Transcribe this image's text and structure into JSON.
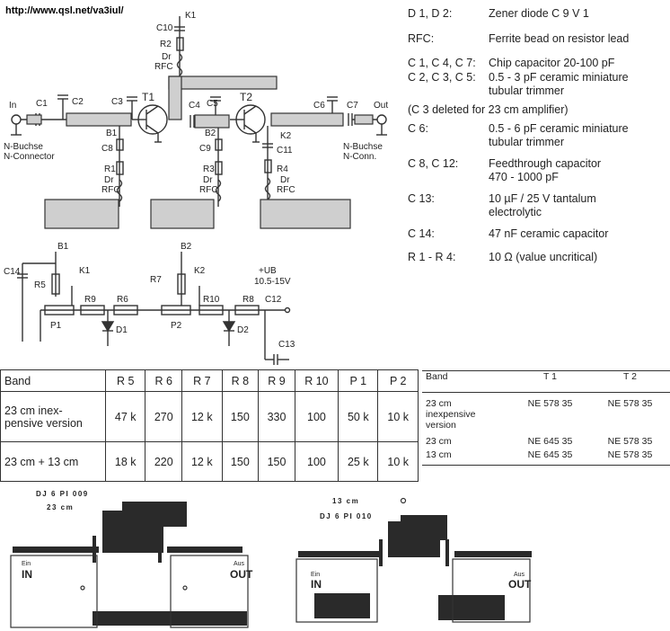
{
  "header": {
    "url": "http://www.qsl.net/va3iul/"
  },
  "schematic": {
    "labels": {
      "in": "In",
      "out": "Out",
      "in_conn_1": "N-Buchse",
      "in_conn_2": "N-Connector",
      "out_conn_1": "N-Buchse",
      "out_conn_2": "N-Conn.",
      "c1": "C1",
      "c2": "C2",
      "c3": "C3",
      "c4": "C4",
      "c5": "C5",
      "c6": "C6",
      "c7": "C7",
      "c8": "C8",
      "c9": "C9",
      "c10": "C10",
      "c11": "C11",
      "t1": "T1",
      "t2": "T2",
      "b1": "B1",
      "b2": "B2",
      "k1": "K1",
      "k2": "K2",
      "r1": "R1",
      "r2": "R2",
      "r3": "R3",
      "r4": "R4",
      "dr": "Dr",
      "rfc": "RFC"
    },
    "bias": {
      "b1": "B1",
      "b2": "B2",
      "k1": "K1",
      "k2": "K2",
      "c14": "C14",
      "r5": "R5",
      "r6": "R6",
      "r7": "R7",
      "r8": "R8",
      "r9": "R9",
      "r10": "R10",
      "p1": "P1",
      "p2": "P2",
      "d1": "D1",
      "d2": "D2",
      "c12": "C12",
      "c13": "C13",
      "ub": "+UB",
      "ub_range": "10.5-15V"
    }
  },
  "components": [
    {
      "key": "D 1, D 2:",
      "value": [
        "Zener diode C 9 V 1"
      ]
    },
    {
      "key": "RFC:",
      "value": [
        "Ferrite bead on resistor lead"
      ]
    },
    {
      "key": "C 1, C 4, C 7:",
      "value": [
        "Chip capacitor 20-100 pF"
      ]
    },
    {
      "key": "C 2, C 3, C 5:",
      "value": [
        "0.5 - 3 pF ceramic miniature",
        "tubular trimmer"
      ]
    },
    {
      "key": "(C 3 deleted for 23 cm amplifier)",
      "value": []
    },
    {
      "key": "C 6:",
      "value": [
        "0.5 - 6 pF ceramic miniature",
        "tubular trimmer"
      ]
    },
    {
      "key": "C 8, C 12:",
      "value": [
        "Feedthrough capacitor",
        "470 - 1000 pF"
      ]
    },
    {
      "key": "C 13:",
      "value": [
        "10 µF / 25 V tantalum",
        "electrolytic"
      ]
    },
    {
      "key": "C 14:",
      "value": [
        "47 nF ceramic capacitor"
      ]
    },
    {
      "key": "R 1 - R 4:",
      "value": [
        "10 Ω (value uncritical)"
      ]
    }
  ],
  "band_table": {
    "headers": [
      "Band",
      "R 5",
      "R 6",
      "R 7",
      "R 8",
      "R 9",
      "R 10",
      "P 1",
      "P 2"
    ],
    "rows": [
      {
        "band": [
          "23 cm inex-",
          "pensive version"
        ],
        "values": [
          "47 k",
          "270",
          "12 k",
          "150",
          "330",
          "100",
          "50 k",
          "10 k"
        ]
      },
      {
        "band": [
          "23 cm + 13 cm"
        ],
        "values": [
          "18 k",
          "220",
          "12 k",
          "150",
          "150",
          "100",
          "25 k",
          "10 k"
        ]
      }
    ]
  },
  "transistor_table": {
    "headers": [
      "Band",
      "T 1",
      "T 2"
    ],
    "rows": [
      {
        "band": [
          "23 cm",
          "inexpensive",
          "version"
        ],
        "t1": "NE 578 35",
        "t2": "NE 578 35"
      },
      {
        "band": [
          "23 cm"
        ],
        "t1": "NE 645 35",
        "t2": "NE 578 35"
      },
      {
        "band": [
          "13 cm"
        ],
        "t1": "NE 645 35",
        "t2": "NE 578 35"
      }
    ]
  },
  "pcb_left": {
    "code": "DJ 6 PI 009",
    "band": "23 cm",
    "ein": "Ein",
    "in": "IN",
    "aus": "Aus",
    "out": "OUT"
  },
  "pcb_right": {
    "band": "13 cm",
    "code": "DJ 6 PI 010",
    "ein": "Ein",
    "in": "IN",
    "aus": "Aus",
    "out": "OUT"
  }
}
